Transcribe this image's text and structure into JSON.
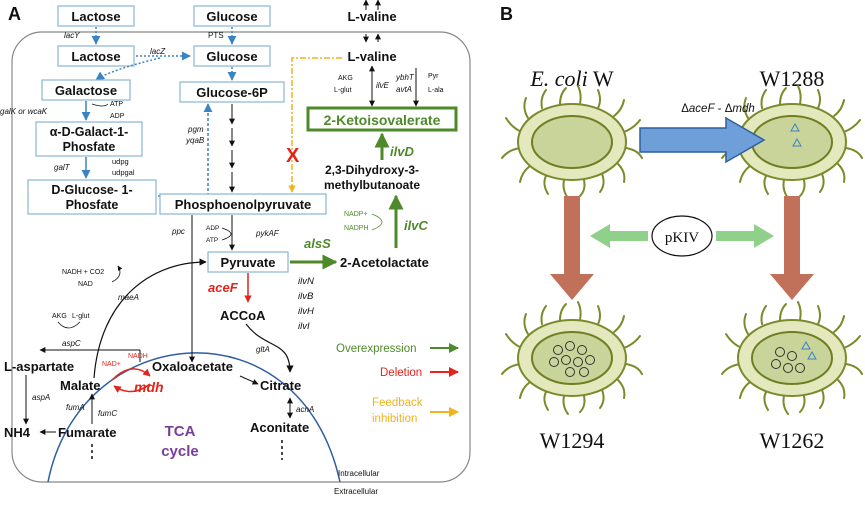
{
  "panel_a": {
    "label": "A",
    "lactose_out": "Lactose",
    "glucose_out": "Glucose",
    "lvaline_out": "L-valine",
    "lacy": "lacY",
    "pts": "PTS",
    "lacz": "lacZ",
    "lactose_in": "Lactose",
    "glucose_in": "Glucose",
    "lvaline_in": "L-valine",
    "galactose": "Galactose",
    "glucose6p": "Glucose-6P",
    "galk": "galK or wcaK",
    "atp1": "ATP",
    "adp1": "ADP",
    "agalact_1": "α-D-Galact-1-",
    "agalact_2": "Phosfate",
    "galt": "galT",
    "udpg": "udpg",
    "udpgal": "udpgal",
    "dglu_1": "D-Glucose- 1-",
    "dglu_2": "Phosfate",
    "pgm": "pgm",
    "yqab": "yqaB",
    "akg1": "AKG",
    "lglut1": "L-glut",
    "ilve": "ilvE",
    "ybht": "ybhT",
    "avta": "avtA",
    "pyr": "Pyr",
    "lala": "L-ala",
    "keto": "2-Ketoisovalerate",
    "x_mark": "X",
    "ilvd": "ilvD",
    "dhm_1": "2,3-Dihydroxy-3-",
    "dhm_2": "methylbutanoate",
    "nadp_plus": "NADP+",
    "nadph": "NADPH",
    "ilvc": "ilvC",
    "pep": "Phosphoenolpyruvate",
    "ppc": "ppc",
    "adp2": "ADP",
    "atp2": "ATP",
    "pykaf": "pykAF",
    "alss": "alsS",
    "pyruvate": "Pyruvate",
    "acetolactate": "2-Acetolactate",
    "ilvn": "ilvN",
    "ilvb": "ilvB",
    "ilvh": "ilvH",
    "ilvi": "ilvI",
    "nadh_co2": "NADH + CO2",
    "nad": "NAD",
    "maea": "maeA",
    "acef": "aceF",
    "accoa": "ACCoA",
    "akg2": "AKG",
    "lglut2": "L-glut",
    "aspc": "aspC",
    "laspartate": "L-aspartate",
    "nad_plus": "NAD+",
    "nadh2": "NADH",
    "malate": "Malate",
    "mdh": "mdh",
    "oxaloacetate": "Oxaloacetate",
    "glta": "gltA",
    "citrate": "Citrate",
    "aspa": "aspA",
    "fuma": "fumA",
    "fumc": "fumC",
    "nh4": "NH4",
    "fumarate": "Fumarate",
    "acna": "acnA",
    "aconitate": "Aconitate",
    "tca_1": "TCA",
    "tca_2": "cycle",
    "legend_over": "Overexpression",
    "legend_del": "Deletion",
    "legend_fb_1": "Feedback",
    "legend_fb_2": "inhibition",
    "intracellular": "Intracellular",
    "extracellular": "Extracellular"
  },
  "panel_b": {
    "label": "B",
    "ecoli_italic": "E. coli",
    "ecoli_w": " W",
    "w1288": "W1288",
    "delta_1": "Δ",
    "acef": "aceF",
    "delta_mid": " - Δ",
    "mdh": "mdh",
    "pkiv": "pKIV",
    "w1294": "W1294",
    "w1262": "W1262"
  },
  "colors": {
    "green": "#4e8a2a",
    "red": "#e3241b",
    "blue": "#3a84c4",
    "orange": "#f0b41c",
    "purple": "#7a3d9b",
    "brown": "#c1705a",
    "bigArrow": "#6f9fd8",
    "lightGreen": "#8fd08b",
    "cellBody": "#dde6b4",
    "cellEdge": "#7b8b2c",
    "membrane": "#2f5fa0"
  }
}
